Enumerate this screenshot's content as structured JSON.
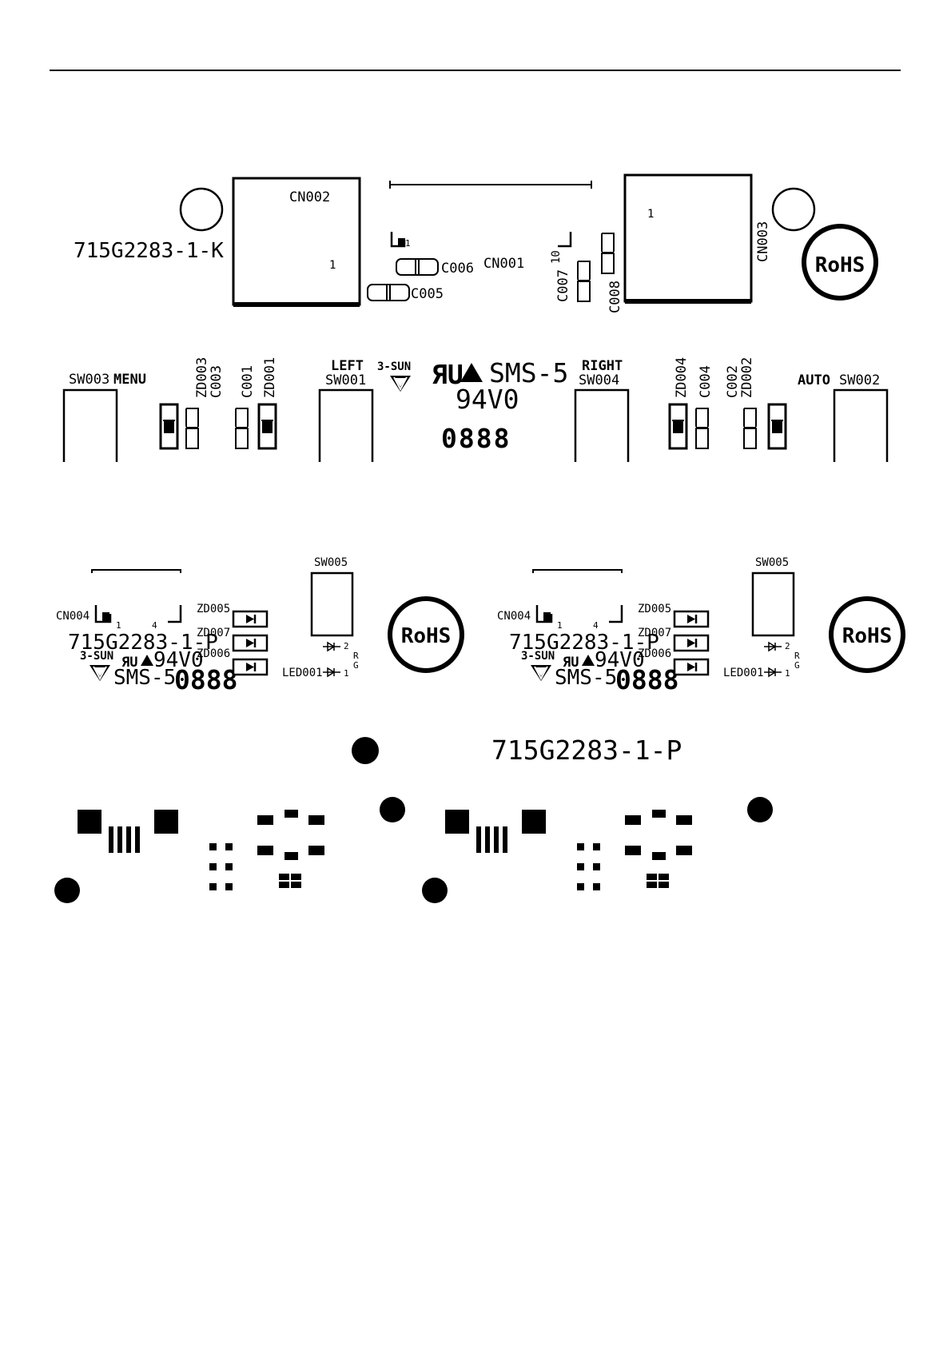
{
  "board_a": {
    "part_number": "715G2283-1-K",
    "connectors": {
      "cn002": "CN002",
      "cn001": "CN001",
      "cn003": "CN003"
    },
    "pin1": "1",
    "capacitors": {
      "c005": "C005",
      "c006": "C006",
      "c007": "C007",
      "c008": "C008",
      "c001": "C001",
      "c002": "C002",
      "c003": "C003",
      "c004": "C004"
    },
    "zeners": {
      "zd001": "ZD001",
      "zd002": "ZD002",
      "zd003": "ZD003",
      "zd004": "ZD004"
    },
    "switches": {
      "sw001": "SW001",
      "sw002": "SW002",
      "sw003": "SW003",
      "sw004": "SW004"
    },
    "switch_names": {
      "menu": "MENU",
      "left": "LEFT",
      "right": "RIGHT",
      "auto": "AUTO"
    },
    "maker": "3-SUN",
    "ul_mark": "ЯU",
    "sms": "SMS-5",
    "rating": "94V0",
    "date_code": "0888",
    "rohs": "RoHS"
  },
  "board_b": {
    "part_number": "715G2283-1-P",
    "connector": "CN004",
    "pin1": "1",
    "pin4": "4",
    "zeners": [
      "ZD005",
      "ZD007",
      "ZD006"
    ],
    "switch": "SW005",
    "led": "LED001",
    "led_pins": {
      "p2": "2",
      "p1": "1",
      "r": "R",
      "g": "G"
    },
    "maker": "3-SUN",
    "ul_mark": "ЯU",
    "rating": "94V0",
    "sms": "SMS-5",
    "date_code": "0888",
    "rohs": "RoHS"
  },
  "panel_label": "715G2283-1-P"
}
